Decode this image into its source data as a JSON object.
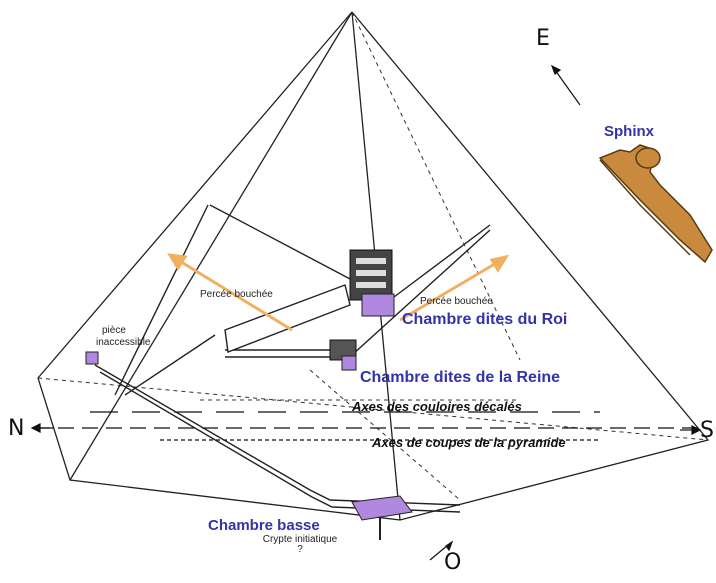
{
  "labels": {
    "sphinx": "Sphinx",
    "king_chamber": "Chambre dites du Roi",
    "queen_chamber": "Chambre dites de la Reine",
    "lower_chamber": "Chambre basse",
    "crypt": "Crypte initiatique ?",
    "inaccessible_room_1": "pièce",
    "inaccessible_room_2": "inaccessible",
    "blocked_left": "Percée bouchée",
    "blocked_right": "Percée bouchée",
    "axis_offset": "Axes des couloires décalés",
    "axis_cuts": "Axes de coupes de la pyramide"
  },
  "compass": {
    "east": "E",
    "north": "N",
    "south": "S",
    "west": "O"
  },
  "colors": {
    "label_blue": "#3333aa",
    "arrow_orange": "#f0b060",
    "chamber_purple": "#b088e0",
    "sphinx_tan": "#c98a3e"
  }
}
